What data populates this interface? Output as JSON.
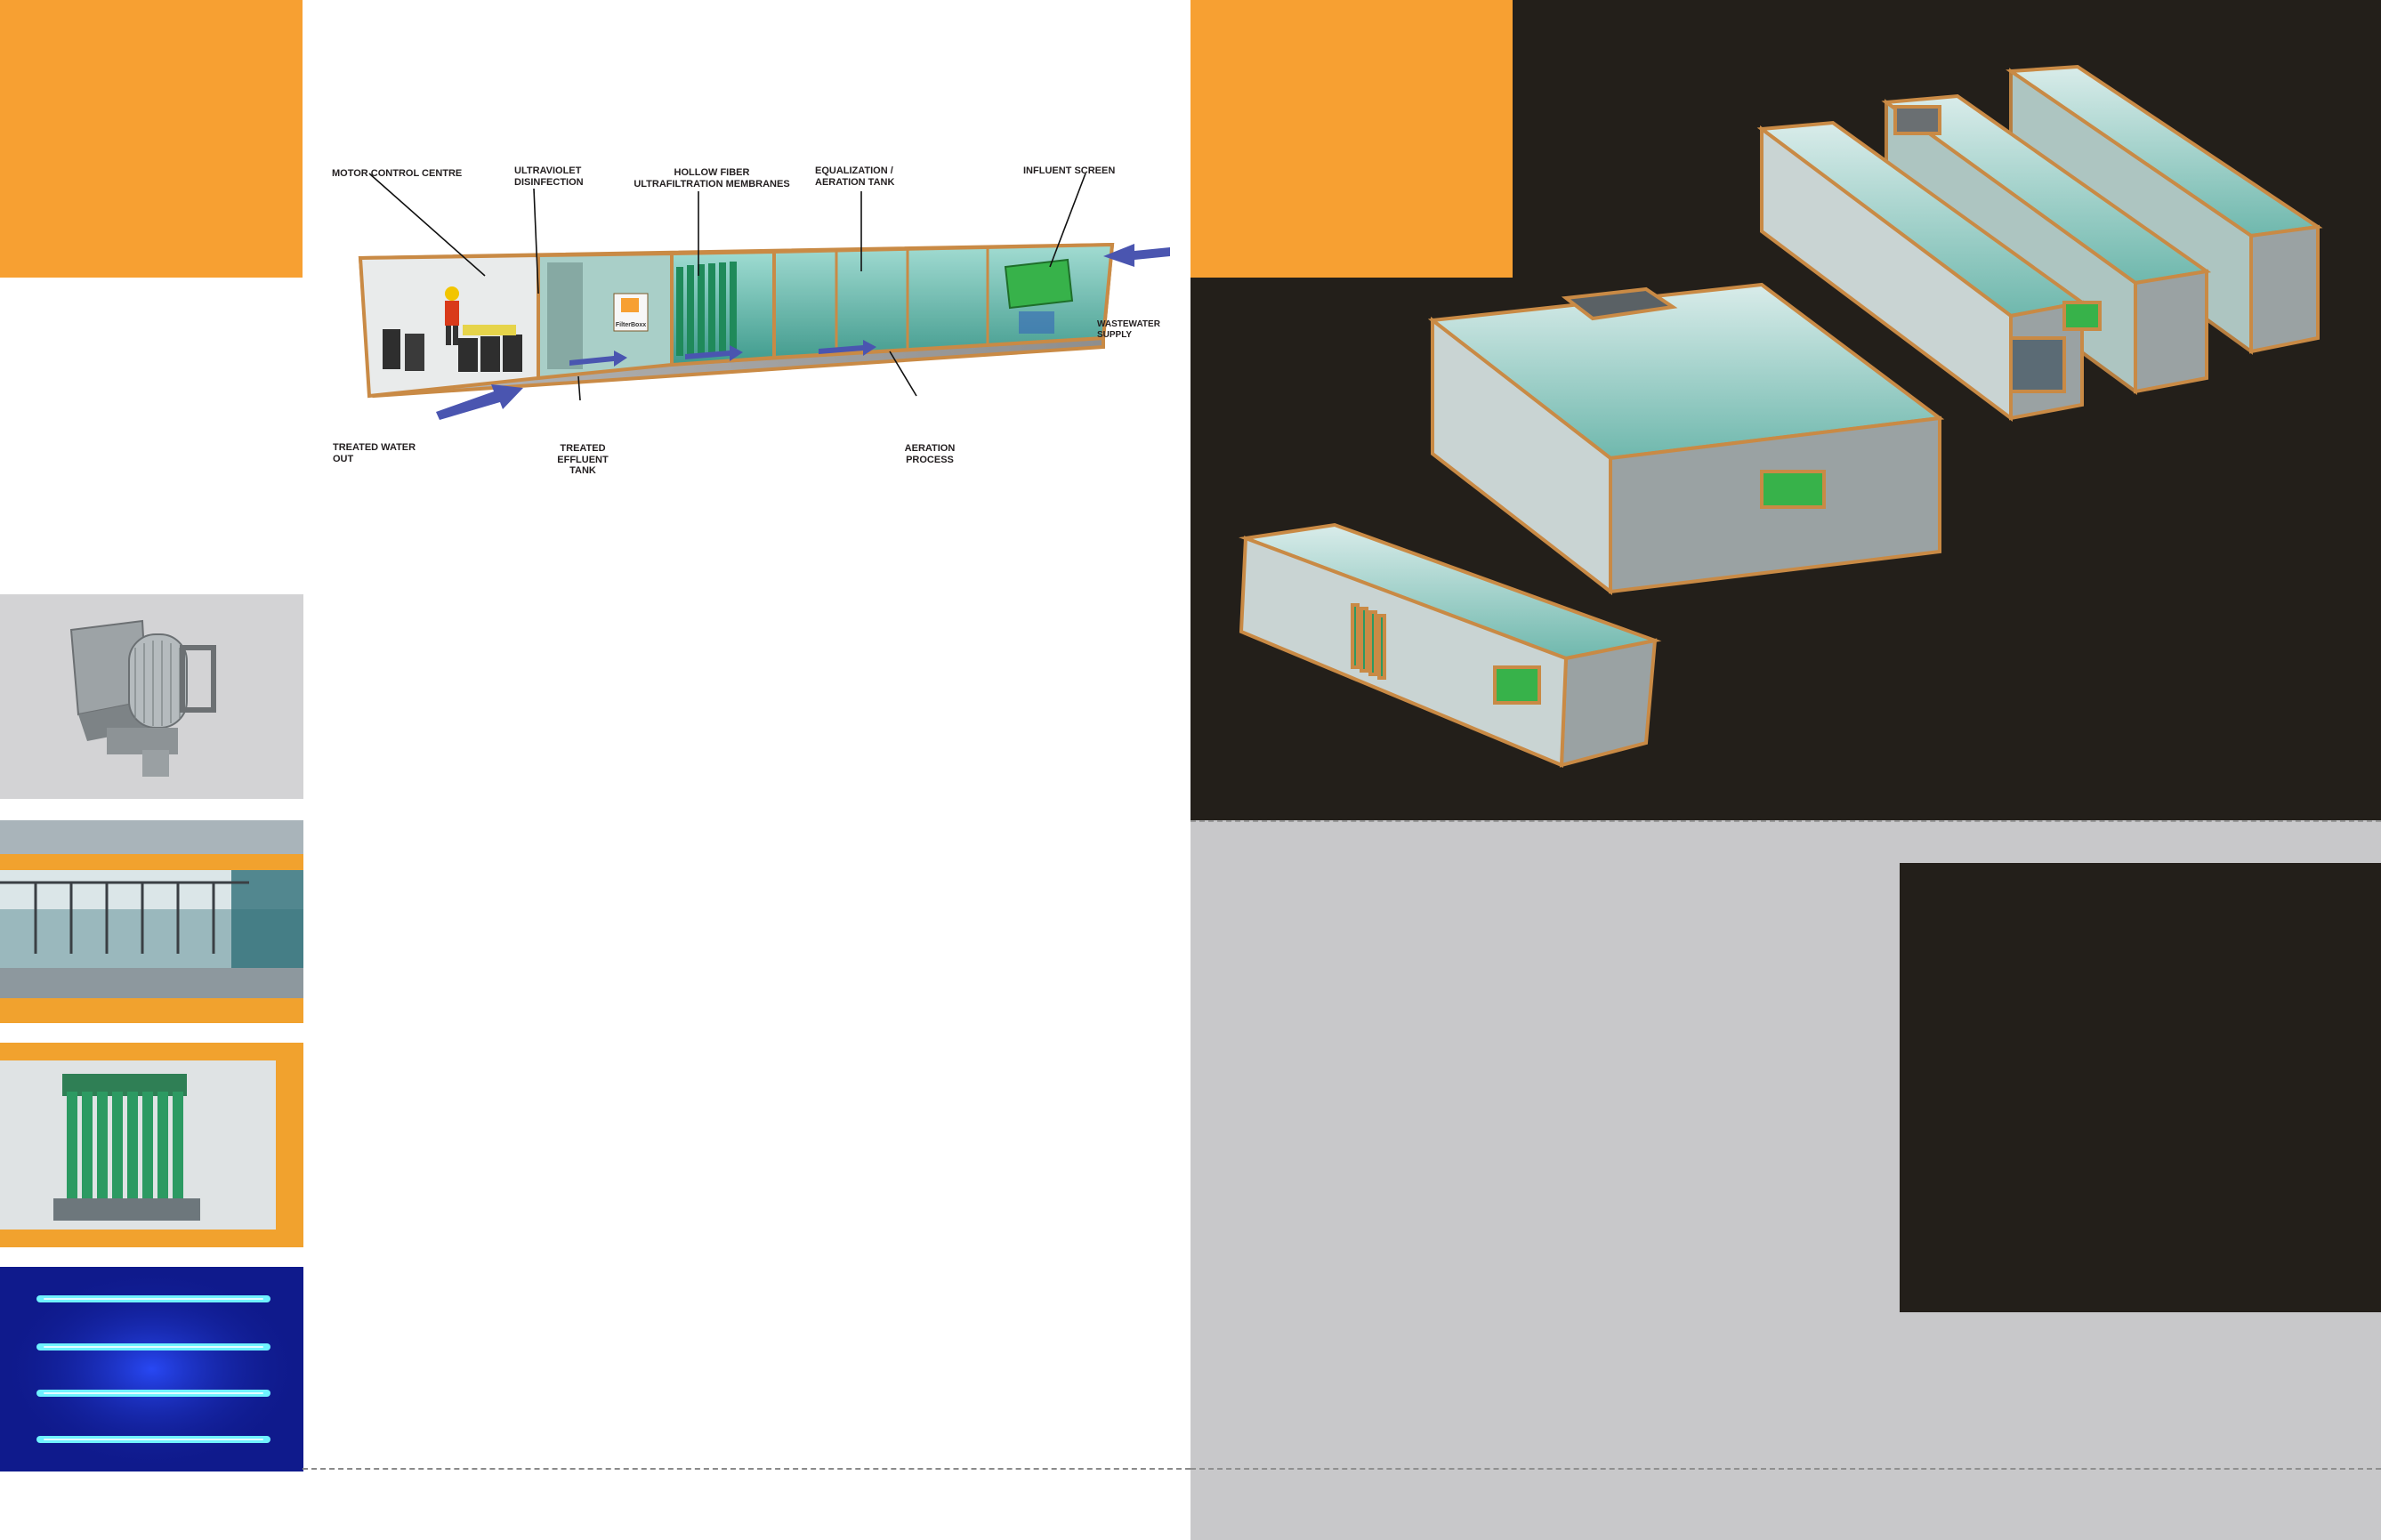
{
  "brand": {
    "logo_text": "FilterBoxx"
  },
  "diagram": {
    "labels": {
      "motor_control_centre": "MOTOR CONTROL CENTRE",
      "ultraviolet_disinfection": "ULTRAVIOLET\nDISINFECTION",
      "hollow_fiber": "HOLLOW FIBER\nULTRAFILTRATION MEMBRANES",
      "equalization": "EQUALIZATION /\nAERATION TANK",
      "influent_screen": "INFLUENT SCREEN",
      "wastewater_supply": "WASTEWATER\nSUPPLY",
      "treated_water_out": "TREATED WATER\nOUT",
      "treated_effluent_tank": "TREATED EFFLUENT\nTANK",
      "aeration_process": "AERATION\nPROCESS"
    }
  },
  "colors": {
    "accent_orange": "#f7a032",
    "dark_panel": "#231f1a",
    "grey_panel": "#c8c8ca",
    "water_teal": "#4fb3a4",
    "arrow_blue": "#4a55b0",
    "membrane_green": "#1f8a5a",
    "uv_blue": "#1e2fb5"
  },
  "thumbnails": {
    "influent_screen": "rotary-drum-screen-icon",
    "aeration_tank": "aeration-tank-icon",
    "membranes": "membrane-module-icon",
    "uv": "uv-lamp-icon"
  }
}
